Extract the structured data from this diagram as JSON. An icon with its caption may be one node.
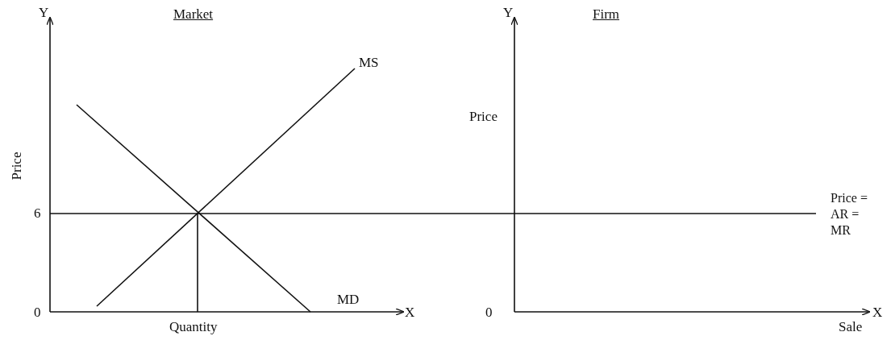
{
  "diagram": {
    "labels": [
      "Y",
      "Market",
      "Y",
      "Firm",
      "MS",
      "Price",
      "Price",
      "Price = AR = MR",
      "6",
      "MD",
      "0",
      "X",
      "0",
      "X",
      "Quantity",
      "Sale"
    ]
  }
}
